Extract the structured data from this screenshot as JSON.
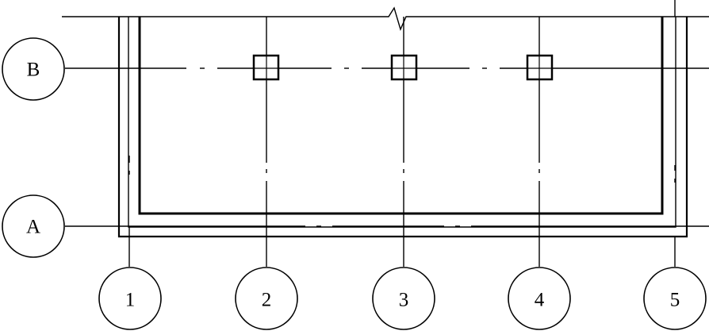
{
  "drawing": {
    "type": "structural-grid-plan",
    "row_axes": [
      {
        "label": "B"
      },
      {
        "label": "A"
      }
    ],
    "column_axes": [
      {
        "label": "1"
      },
      {
        "label": "2"
      },
      {
        "label": "3"
      },
      {
        "label": "4"
      },
      {
        "label": "5"
      }
    ],
    "columns_on_axis": "B",
    "columns_at_axes": [
      "2",
      "3",
      "4"
    ]
  }
}
